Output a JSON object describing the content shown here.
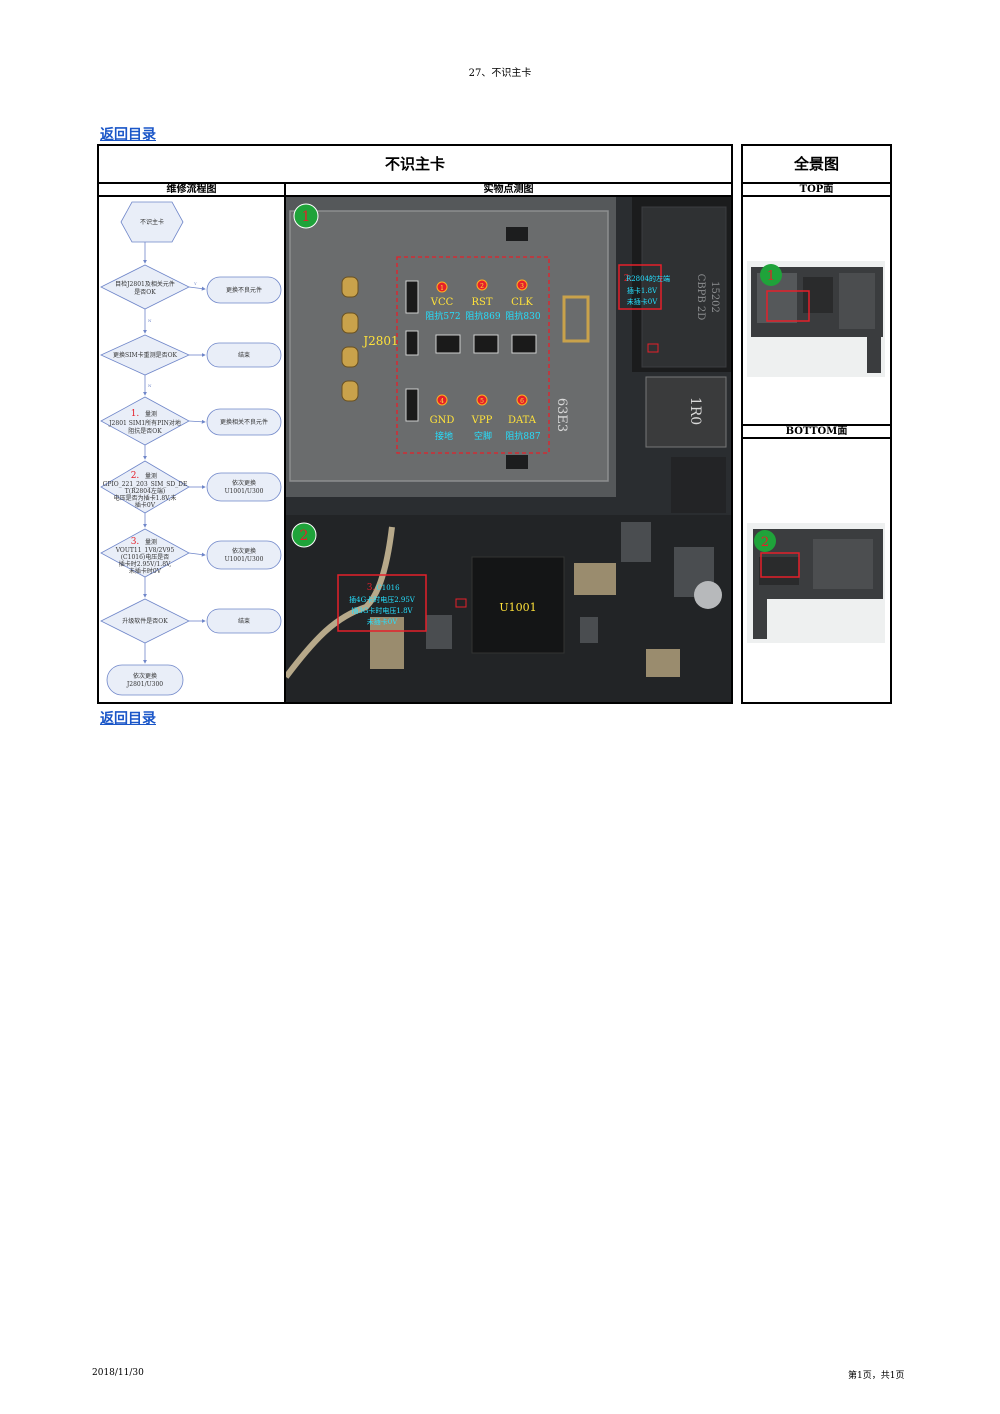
{
  "header": {
    "page_title": "27、不识主卡"
  },
  "links": {
    "back_top": "返回目录",
    "back_bottom": "返回目录"
  },
  "table": {
    "title": "不识主卡",
    "panorama_title": "全景图",
    "col_flow": "维修流程图",
    "col_photo": "实物点测图",
    "top_face": "TOP面",
    "bottom_face": "BOTTOM面"
  },
  "flowchart": {
    "start": "不识主卡",
    "steps": [
      {
        "question": [
          "目检J2801及相关元件",
          "是否OK"
        ],
        "fail_action": "更换不良元件"
      },
      {
        "question": [
          "更换SIM卡重测是否OK"
        ],
        "fail_action": "结束"
      },
      {
        "num": "1.",
        "question": [
          "量测",
          "J2801 SIM1所有PIN对地",
          "阻抗是否OK"
        ],
        "fail_action": "更换相关不良元件"
      },
      {
        "num": "2.",
        "question": [
          "量测",
          "GPIO_221_203_SIM_SD_DE",
          "T(R2804左端)",
          "电压是否为插卡1.8V,未",
          "插卡0V"
        ],
        "fail_action": [
          "依次更换",
          "U1001/U300"
        ]
      },
      {
        "num": "3.",
        "question": [
          "量测",
          "VOUT11_1V8/2V95",
          "(C1016)电压是否",
          "插卡时2.95V/1.8V,",
          "未插卡时0V"
        ],
        "fail_action": [
          "依次更换",
          "U1001/U300"
        ]
      },
      {
        "question": [
          "升级软件是否OK"
        ],
        "fail_action": "结束"
      }
    ],
    "end": [
      "依次更换",
      "J2801/U300"
    ],
    "yes_label": "Y",
    "no_label": "N"
  },
  "photo": {
    "badge1": "1",
    "badge2": "2",
    "connector": "J2801",
    "pins_top": [
      {
        "name": "VCC",
        "impedance": "阻抗572",
        "marker": "1"
      },
      {
        "name": "RST",
        "impedance": "阻抗869",
        "marker": "2"
      },
      {
        "name": "CLK",
        "impedance": "阻抗830",
        "marker": "3"
      }
    ],
    "pins_bottom": [
      {
        "name": "GND",
        "impedance": "接地",
        "marker": "4"
      },
      {
        "name": "VPP",
        "impedance": "空脚",
        "marker": "5"
      },
      {
        "name": "DATA",
        "impedance": "阻抗887",
        "marker": "6"
      }
    ],
    "r2804_note": {
      "num": "2.",
      "lines": [
        "R2804的左端",
        "插卡1.8V",
        "未插卡0V"
      ]
    },
    "c1016_note": {
      "num": "3.",
      "lines": [
        "C1016",
        "插4G卡时电压2.95V",
        "插3G卡时电压1.8V",
        "未插卡0V"
      ]
    },
    "chip_label": "U1001",
    "chip_mark_1": "63E3",
    "board_text": [
      "1R0",
      "CBPB 2D",
      "15202"
    ]
  },
  "panorama": {
    "badge_top": "1",
    "badge_bottom": "2"
  },
  "footer": {
    "date": "2018/11/30",
    "page": "第1页，共1页"
  },
  "colors": {
    "link": "#1a56c8",
    "badge": "#1fa33a",
    "red": "#e5202a",
    "yellow": "#ffe23a",
    "cyan": "#25e0ff"
  }
}
